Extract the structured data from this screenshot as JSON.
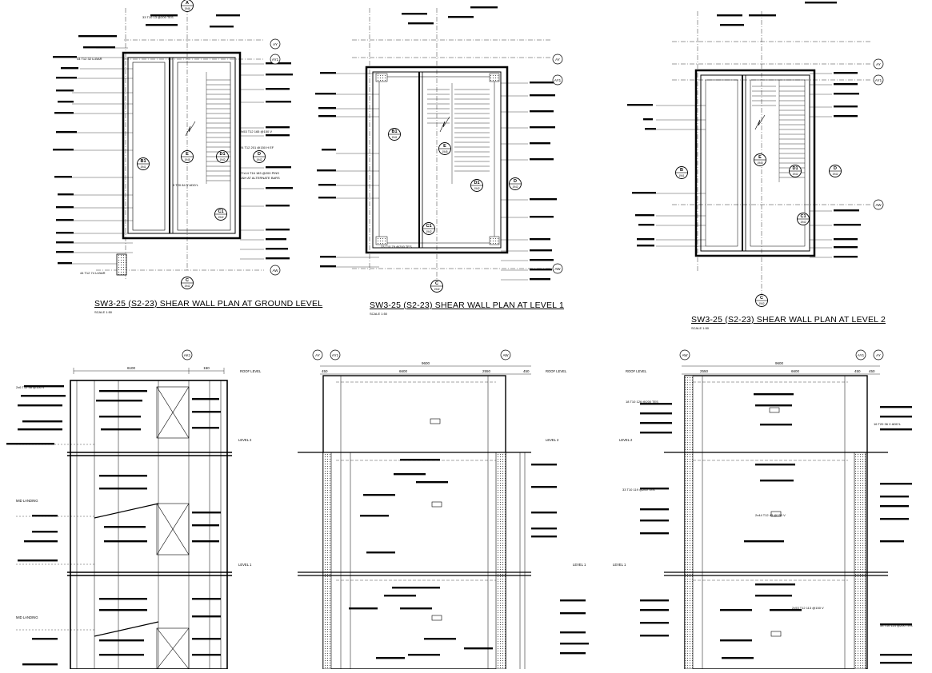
{
  "plans": [
    {
      "title": "SW3-25 (S2-23) SHEAR WALL PLAN AT GROUND LEVEL",
      "scale": "SCALE 1:50",
      "markers": [
        {
          "label": "B1",
          "sub": "1941"
        },
        {
          "label": "E",
          "sub": "1945"
        },
        {
          "label": "D1",
          "sub": "1942"
        },
        {
          "label": "D",
          "sub": "1942"
        },
        {
          "label": "C1",
          "sub": "1942"
        },
        {
          "label": "C",
          "sub": "1942"
        },
        {
          "label": "A",
          "sub": "1946"
        }
      ],
      "grid_bubbles": [
        "AY",
        "AY1",
        "AW"
      ]
    },
    {
      "title": "SW3-25 (S2-23) SHEAR WALL PLAN AT LEVEL 1",
      "scale": "SCALE 1:50",
      "markers": [
        {
          "label": "B1",
          "sub": "1941"
        },
        {
          "label": "E",
          "sub": "1945"
        },
        {
          "label": "D1",
          "sub": "1942"
        },
        {
          "label": "D",
          "sub": "1942"
        },
        {
          "label": "C1",
          "sub": "1942"
        },
        {
          "label": "C",
          "sub": "1942"
        }
      ],
      "grid_bubbles": [
        "AY",
        "AY1",
        "AW"
      ]
    },
    {
      "title": "SW3-25 (S2-23) SHEAR WALL PLAN AT LEVEL 2",
      "scale": "SCALE 1:50",
      "markers": [
        {
          "label": "B",
          "sub": "1941"
        },
        {
          "label": "E",
          "sub": "1945"
        },
        {
          "label": "D1",
          "sub": "1942"
        },
        {
          "label": "D",
          "sub": "1942"
        },
        {
          "label": "C1",
          "sub": "1942"
        },
        {
          "label": "C",
          "sub": "1942"
        }
      ],
      "grid_bubbles": [
        "AY",
        "AY1",
        "AW"
      ]
    }
  ],
  "elevations": [
    {
      "grid_bubbles": [
        "AK1"
      ],
      "dimensions": [
        "6100",
        "150"
      ],
      "levels": [
        "ROOF LEVEL",
        "LEVEL 2",
        "LEVEL 1",
        "MID LANDING",
        "MID LANDING"
      ]
    },
    {
      "grid_bubbles": [
        "AY",
        "AY1",
        "AW"
      ],
      "dimensions": [
        "9600",
        "450",
        "450",
        "6600",
        "2550"
      ],
      "levels": [
        "ROOF LEVEL",
        "LEVEL 2",
        "LEVEL 1"
      ]
    },
    {
      "grid_bubbles": [
        "AW",
        "AY1",
        "AY"
      ],
      "dimensions": [
        "9600",
        "2550",
        "6600",
        "450",
        "450"
      ],
      "levels": [
        "ROOF LEVEL",
        "LEVEL 2",
        "LEVEL 1"
      ]
    }
  ],
  "rebar_notes": [
    "33 T10 13 @200 TES",
    "44 T12 32 U-BAR",
    "9 T20 84 V ADD'L",
    "33 T10 79 @200 TES",
    "16 T20 36 V ADD'L",
    "2x53 T12 165 @150 V",
    "24 T12 201 @150 H EF",
    "27x14 T16 183 @200 PINS",
    "V&H AT ALTERNATE BARS",
    "44 T12 74 U-BAR",
    "33 T10 119 @200 TES",
    "2x6 T12 48 @150 V",
    "18 T10 126 @200 TES",
    "33 T10 114 @200 TES",
    "2x44 T12 43 @150 V",
    "2x53 T12 113 @150 V"
  ]
}
